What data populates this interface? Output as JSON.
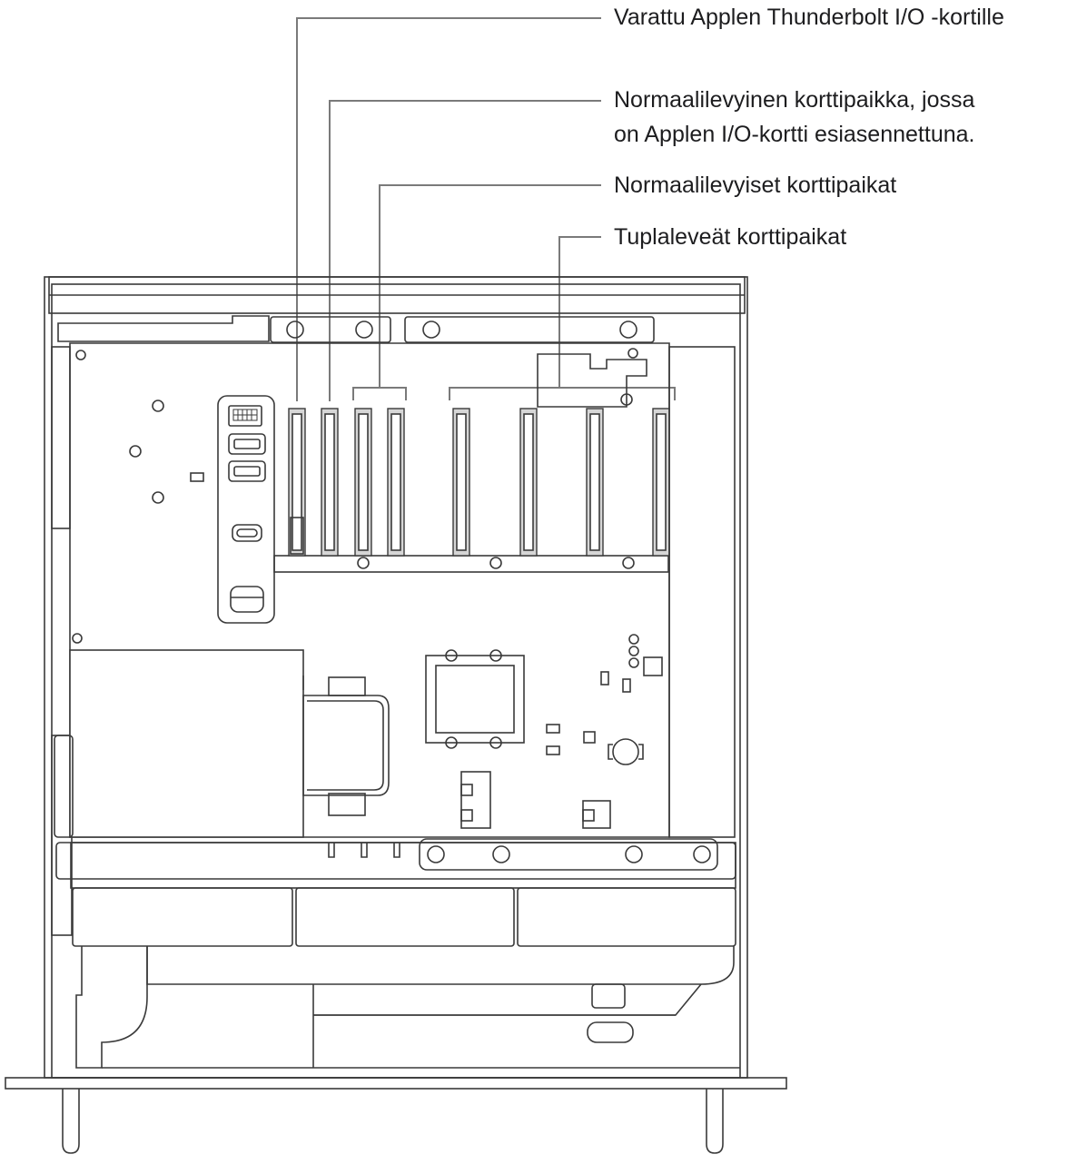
{
  "callouts": {
    "thunderbolt_reserved": "Varattu Applen Thunderbolt I/O -kortille",
    "io_card_slot_line1": "Normaalilevyinen korttipaikka, jossa",
    "io_card_slot_line2": "on Applen I/O-kortti esiasennettuna.",
    "single_width_slots": "Normaalilevyiset korttipaikat",
    "double_width_slots": "Tuplaleveät korttipaikat"
  },
  "colors": {
    "callout_line": "#7a7a7a",
    "outline": "#3a3a3a",
    "text": "#1d1d1f"
  }
}
